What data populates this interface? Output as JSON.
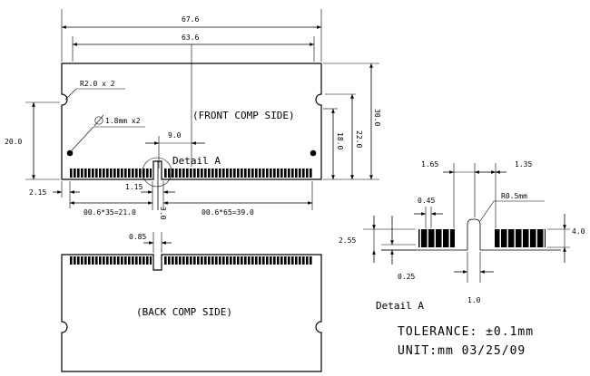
{
  "drawing": {
    "dims": {
      "overall_width": "67.6",
      "inner_width": "63.6",
      "height": "30.0",
      "left_height": "20.0",
      "mid_height": "18.0",
      "right_height": "22.0",
      "key_offset": "9.0",
      "left_edge": "2.15",
      "key_width": "1.15",
      "key_depth": "3.0",
      "pitch_left": "00.6*35=21.0",
      "pitch_right": "00.6*65=39.0",
      "back_key": "0.85",
      "detail_165": "1.65",
      "detail_135": "1.35",
      "pad_width": "0.45",
      "notch_radius": "R0.5mm",
      "detail_255": "2.55",
      "detail_40": "4.0",
      "detail_025": "0.25",
      "detail_10": "1.0"
    },
    "labels": {
      "corner_radius": "R2.0 x 2",
      "hole_diameter": "1.8mm x2",
      "front_side": "(FRONT COMP SIDE)",
      "back_side": "(BACK COMP SIDE)",
      "detail_callout": "Detail A",
      "detail_title": "Detail A",
      "tolerance": "TOLERANCE: ±0.1mm",
      "unit": "UNIT:mm 03/25/09"
    }
  }
}
